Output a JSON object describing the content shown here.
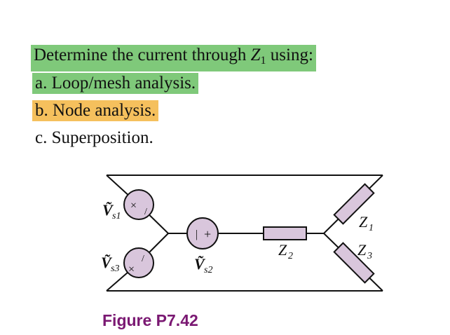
{
  "problem": {
    "prompt_pre": "Determine the current through ",
    "prompt_var": "Z",
    "prompt_sub": "1",
    "prompt_post": " using:",
    "items": [
      {
        "label": "a. Loop/mesh analysis.",
        "highlight": "#7fc97a"
      },
      {
        "label": "b. Node analysis.",
        "highlight": "#f5c05d"
      },
      {
        "label": "c. Superposition.",
        "highlight": ""
      }
    ]
  },
  "circuit": {
    "colors": {
      "component_fill": "#d9c6dc",
      "wire": "#111111"
    },
    "sources": [
      {
        "name": "Ṽ",
        "sub": "s1"
      },
      {
        "name": "Ṽ",
        "sub": "s3"
      },
      {
        "name": "Ṽ",
        "sub": "s2"
      }
    ],
    "impedances": [
      {
        "name": "Z",
        "sub": "1"
      },
      {
        "name": "Z",
        "sub": "2"
      },
      {
        "name": "Z",
        "sub": "3"
      }
    ],
    "polarity_plus": "+",
    "polarity_minus": "|",
    "polarity_x": "×",
    "polarity_slash": "/"
  },
  "caption": "Figure P7.42"
}
